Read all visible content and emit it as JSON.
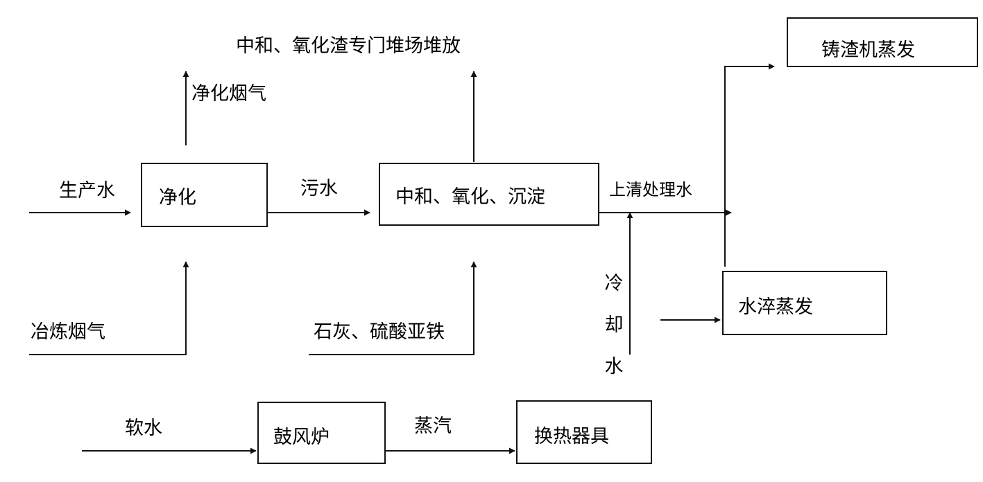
{
  "boxes": {
    "purify": "净化",
    "neutralize": "中和、氧化、沉淀",
    "slag_caster": "铸渣机蒸发",
    "water_quench": "水淬蒸发",
    "blast_furnace": "鼓风炉",
    "heat_exchanger": "换热器具"
  },
  "labels": {
    "production_water": "生产水",
    "purified_flue_gas": "净化烟气",
    "smelting_flue_gas": "冶炼烟气",
    "sewage": "污水",
    "slag_disposal": "中和、氧化渣专门堆场堆放",
    "lime_ferrous_sulfate": "石灰、硫酸亚铁",
    "supernatant_treated_water": "上清处理水",
    "cooling_water": [
      "冷",
      "却",
      "水"
    ],
    "soft_water": "软水",
    "steam": "蒸汽"
  }
}
